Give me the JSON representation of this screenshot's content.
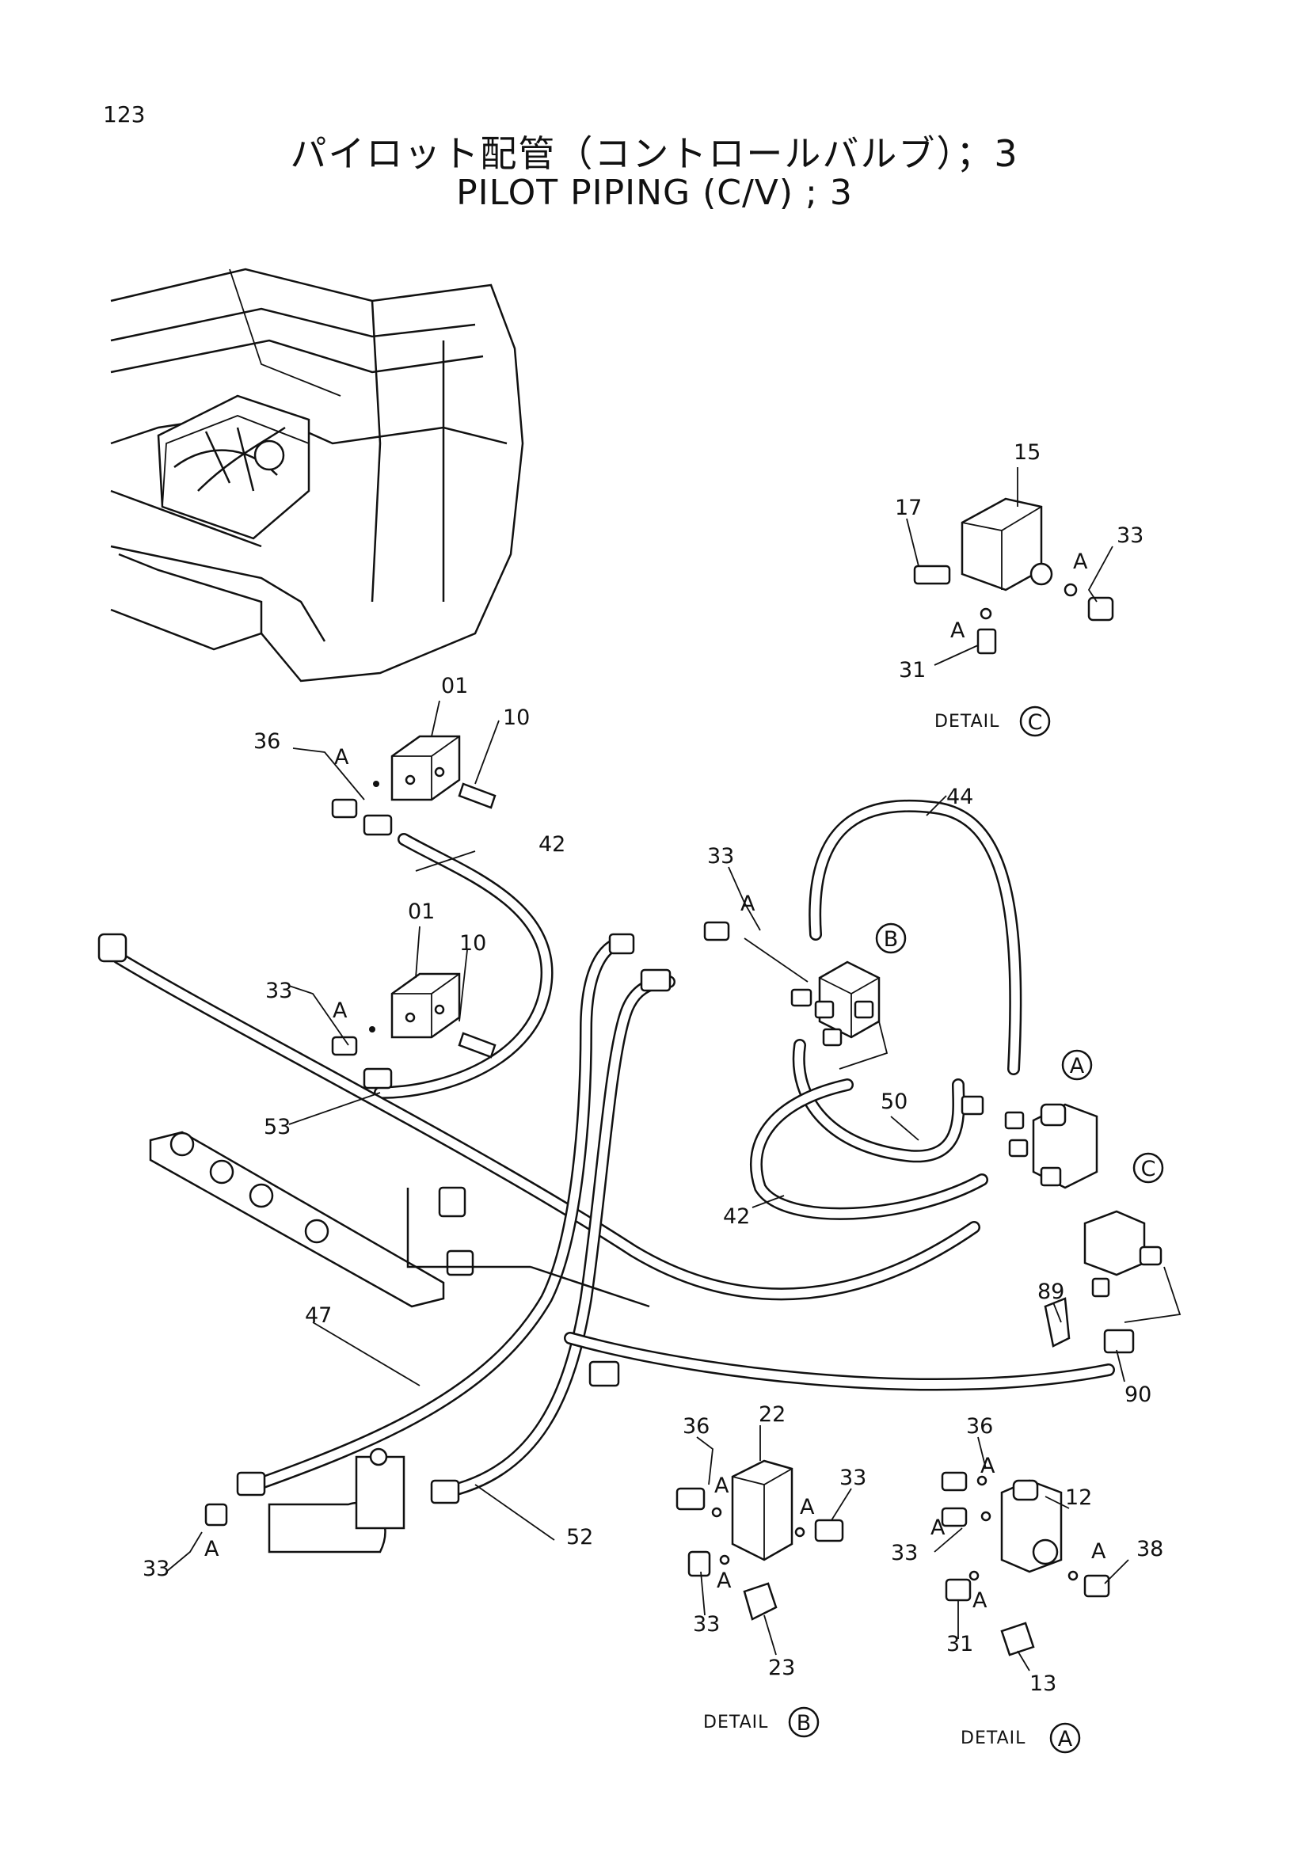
{
  "page_number": "123",
  "title_jp": "パイロット配管（コントロールバルブ）；3",
  "title_en": "PILOT PIPING (C/V) ; 3",
  "details": {
    "A": {
      "text": "DETAIL",
      "letter": "A"
    },
    "B": {
      "text": "DETAIL",
      "letter": "B"
    },
    "C": {
      "text": "DETAIL",
      "letter": "C"
    }
  },
  "callouts": {
    "A": "A",
    "B": "B",
    "C": "C"
  },
  "labels": {
    "p01a": "01",
    "p10a": "10",
    "p36a": "36",
    "pAa": "A",
    "p42a": "42",
    "p01b": "01",
    "p10b": "10",
    "p33b": "33",
    "pAb": "A",
    "p53": "53",
    "p47": "47",
    "p33c": "33",
    "pAc": "A",
    "p52": "52",
    "p33d": "33",
    "pAd": "A",
    "p44": "44",
    "p50": "50",
    "p42b": "42",
    "p89": "89",
    "p90": "90",
    "p15": "15",
    "p17": "17",
    "p33e": "33",
    "pAe1": "A",
    "pAe2": "A",
    "p31a": "31",
    "p36b": "36",
    "p22": "22",
    "p33f": "33",
    "pAf1": "A",
    "pAf2": "A",
    "pAf3": "A",
    "p33g": "33",
    "p23": "23",
    "p36c": "36",
    "p12": "12",
    "p33h": "33",
    "pAg1": "A",
    "pAg2": "A",
    "pAg3": "A",
    "pAg4": "A",
    "p38": "38",
    "p31b": "31",
    "p13": "13"
  }
}
